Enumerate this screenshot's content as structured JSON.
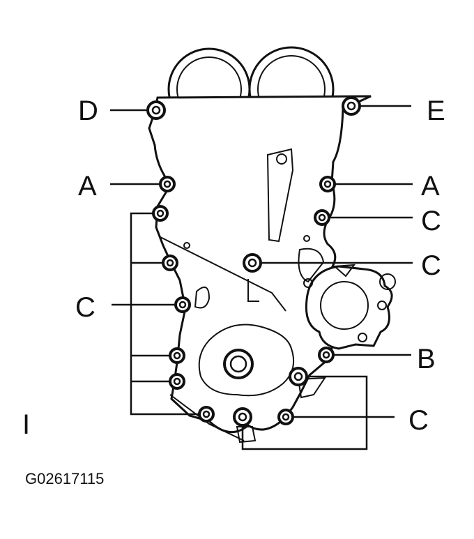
{
  "diagram": {
    "callouts": {
      "d": "D",
      "e": "E",
      "a_left": "A",
      "a_right": "A",
      "c_right_upper": "C",
      "c_right_middle": "C",
      "c_left": "C",
      "b": "B",
      "c_bottom_right": "C"
    },
    "panel_marker": "I",
    "figure_id": "G02617115"
  }
}
